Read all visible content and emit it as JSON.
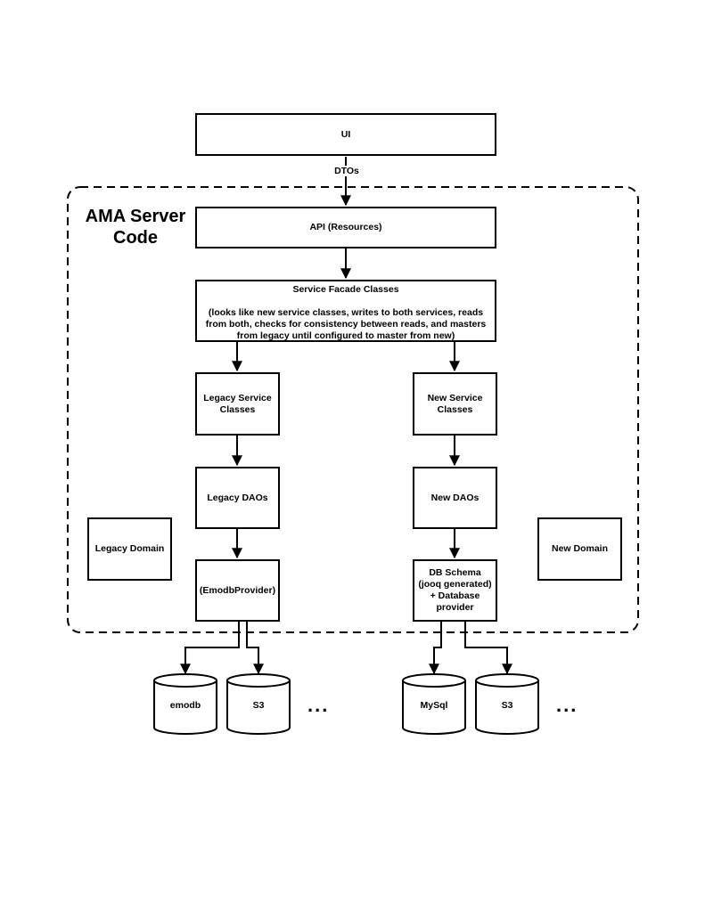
{
  "diagram": {
    "group_title": "AMA Server Code",
    "edge_label": "DTOs",
    "nodes": {
      "ui": "UI",
      "api": "API (Resources)",
      "facade_title": "Service Facade Classes",
      "facade_detail": "(looks like new service classes, writes to both services, reads from both, checks for consistency between reads, and masters from legacy until configured to master from new)",
      "legacy_service": "Legacy Service Classes",
      "new_service": "New Service Classes",
      "legacy_daos": "Legacy DAOs",
      "new_daos": "New DAOs",
      "emodb_provider": "(EmodbProvider)",
      "db_schema": "DB Schema (jooq generated) + Database provider",
      "legacy_domain": "Legacy Domain",
      "new_domain": "New Domain"
    },
    "stores": {
      "emodb": "emodb",
      "s3_legacy": "S3",
      "mysql": "MySql",
      "s3_new": "S3"
    },
    "ellipsis": "..."
  }
}
